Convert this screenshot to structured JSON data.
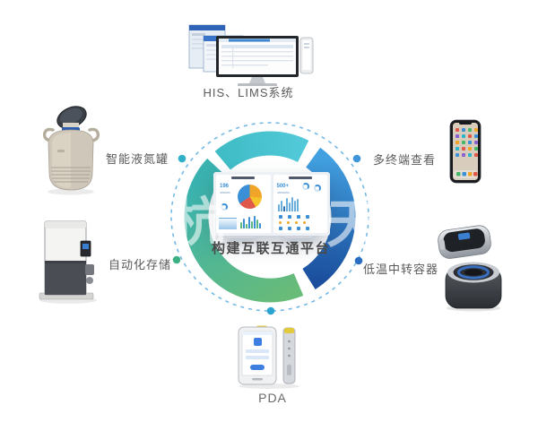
{
  "center": {
    "title": "构建互联互通平台",
    "dashboard": {
      "left_panel_stat": "196",
      "right_panel_stat": "500+"
    }
  },
  "nodes": {
    "his_lims": {
      "label": "HIS、LIMS系统"
    },
    "ln2_tank": {
      "label": "智能液氮罐"
    },
    "auto_storage": {
      "label": "自动化存储"
    },
    "multi_terminal": {
      "label": "多终端查看"
    },
    "cryo_container": {
      "label": "低温中转容器"
    },
    "pda": {
      "label": "PDA"
    }
  },
  "watermark": {
    "fragment_left": "杭",
    "fragment_right": "天"
  },
  "colors": {
    "arc_cyan": "#48c2cf",
    "arc_blue_start": "#42a0e0",
    "arc_blue_end": "#1b4f9e",
    "arc_green_start": "#68bb79",
    "arc_green_end": "#39b2b0",
    "dashed_circle": "#74b9e6",
    "title_text": "#4a4a4a",
    "label_text": "#5a5a5a",
    "pie_blue": "#3a8fd6",
    "pie_orange": "#f0a528",
    "pie_red": "#e0584a",
    "pie_yellow": "#f5c32a"
  }
}
